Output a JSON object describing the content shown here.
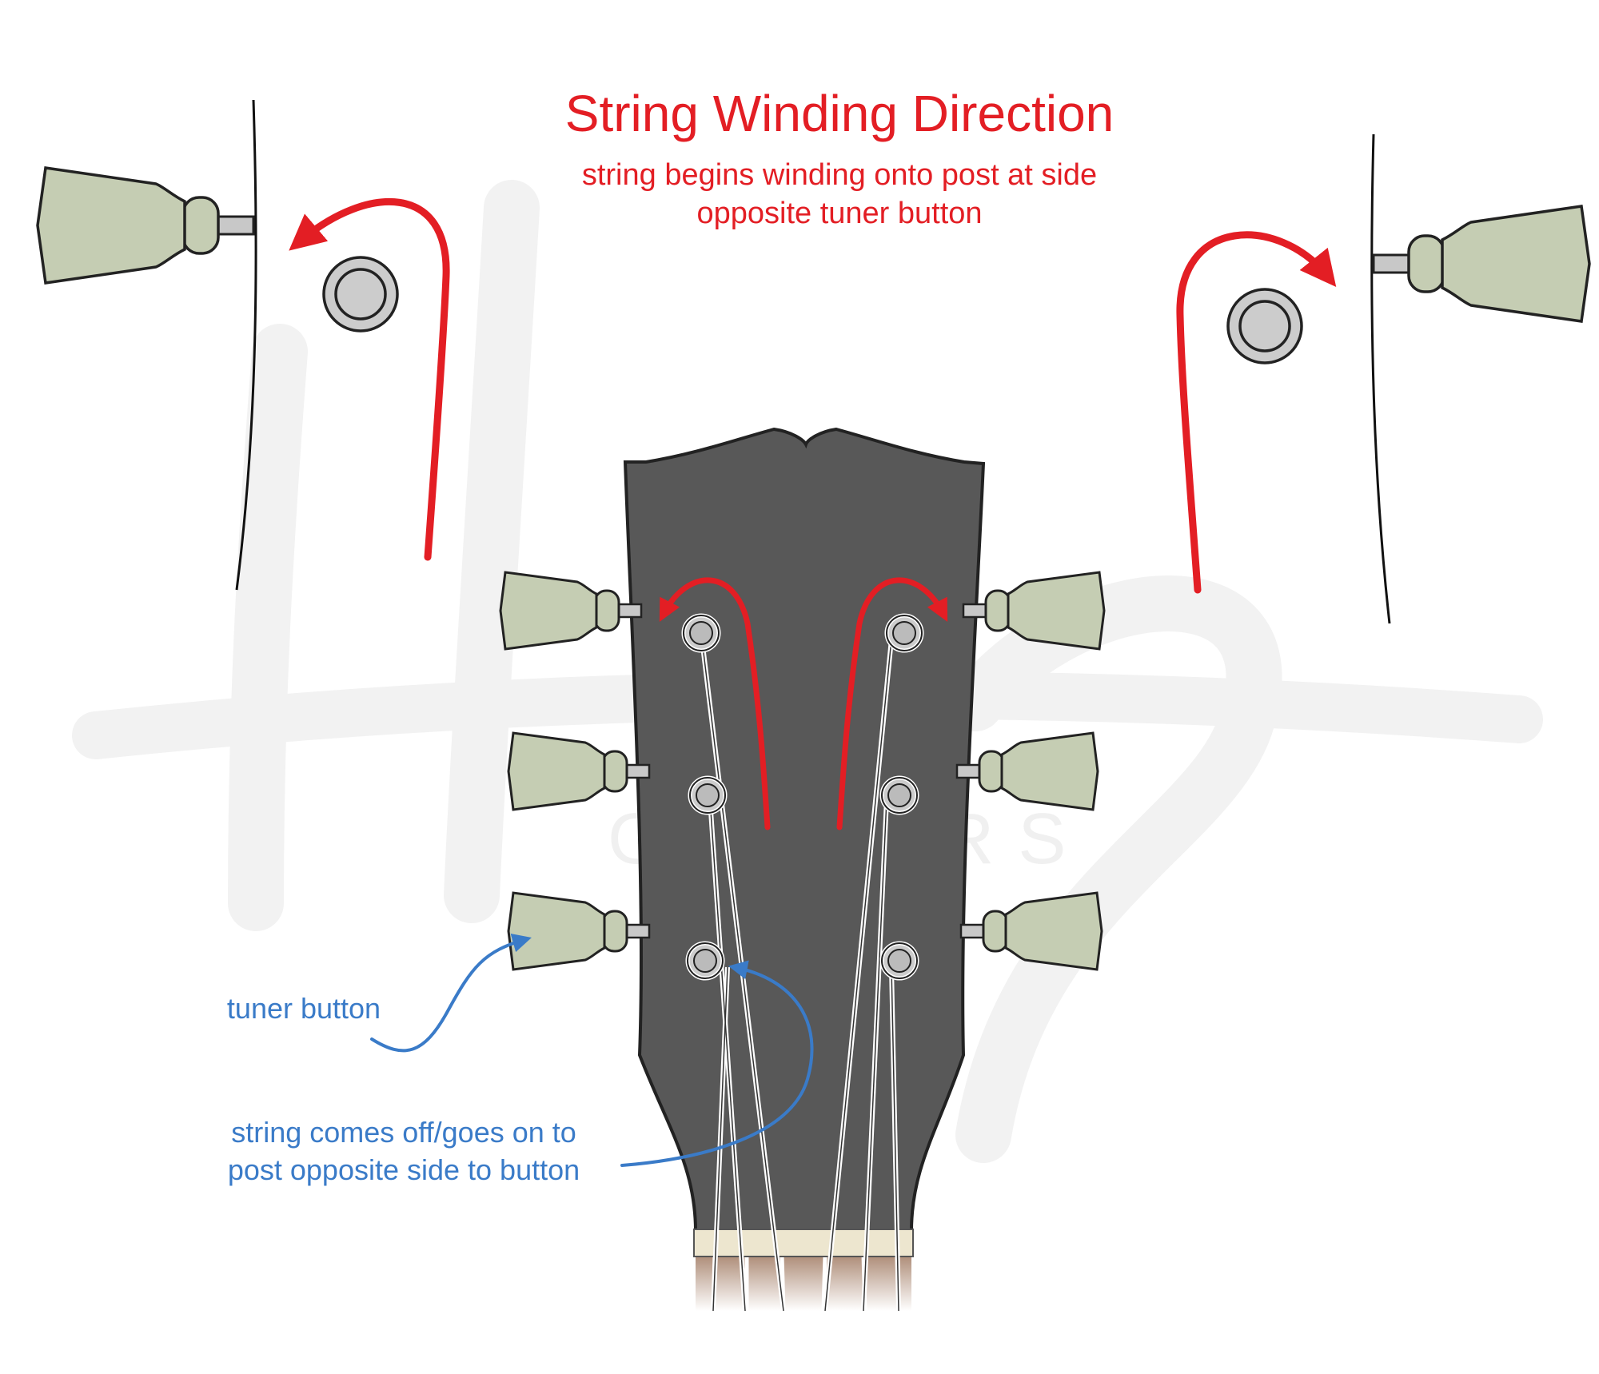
{
  "title": "String Winding Direction",
  "subtitle_lines": [
    "string begins winding onto post at side",
    "opposite tuner button"
  ],
  "labels": {
    "tuner_button": "tuner button",
    "string_side_lines": [
      "string comes off/goes on to",
      "post opposite side to button"
    ]
  },
  "colors": {
    "title_red": "#e31e24",
    "annotation_blue": "#3a7bc8",
    "arrow_red": "#e31e24",
    "headstock": "#585858",
    "tuner_button": "#c5cdb3",
    "post_fill": "#cccccc",
    "nut": "#ede6cf",
    "fretboard": "#8a5a3c",
    "watermark": "#f3f3f3"
  },
  "icons": {
    "tuner": "tuner-button-icon",
    "post": "tuner-post-icon",
    "winding_arrow": "curved-arrow-icon",
    "pointer_arrow": "pointer-arrow-icon"
  }
}
